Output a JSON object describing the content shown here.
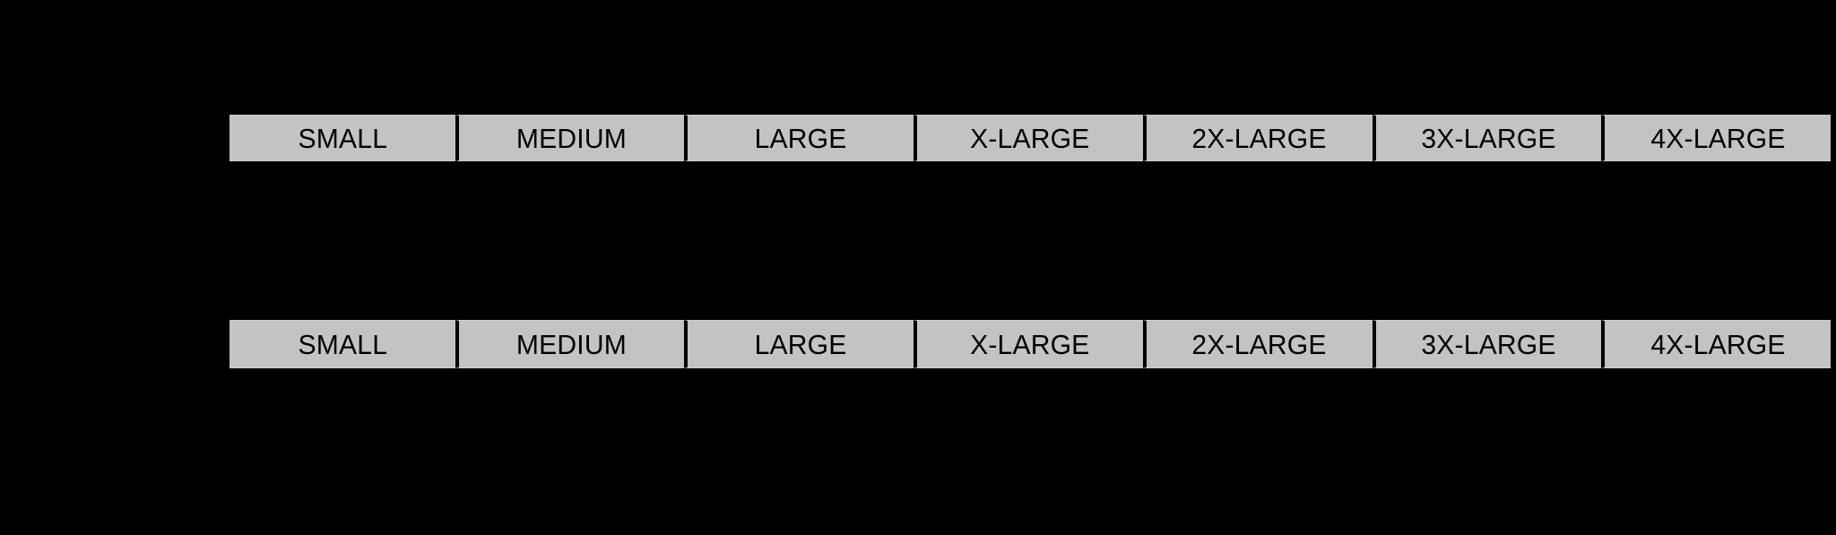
{
  "background_color": "#000000",
  "cell_fill_color": "#c3c3c3",
  "cell_text_color": "#000000",
  "divider_color": "#000000",
  "selectors": [
    {
      "name": "primary-size-selector",
      "options": [
        {
          "label": "SMALL"
        },
        {
          "label": "MEDIUM"
        },
        {
          "label": "LARGE"
        },
        {
          "label": "X-LARGE"
        },
        {
          "label": "2X-LARGE"
        },
        {
          "label": "3X-LARGE"
        },
        {
          "label": "4X-LARGE"
        }
      ]
    },
    {
      "name": "secondary-size-selector",
      "options": [
        {
          "label": "SMALL"
        },
        {
          "label": "MEDIUM"
        },
        {
          "label": "LARGE"
        },
        {
          "label": "X-LARGE"
        },
        {
          "label": "2X-LARGE"
        },
        {
          "label": "3X-LARGE"
        },
        {
          "label": "4X-LARGE"
        }
      ]
    }
  ]
}
